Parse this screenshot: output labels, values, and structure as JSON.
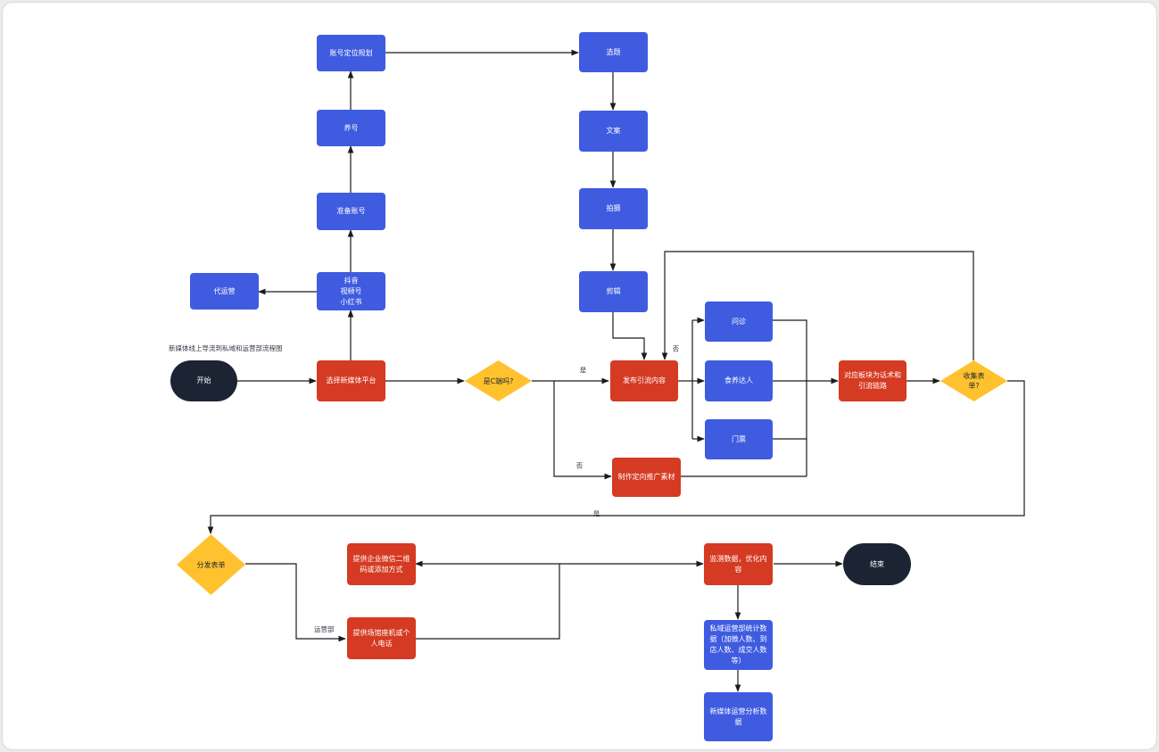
{
  "diagram_title": "新媒体线上导流到私域和运营部流程图",
  "colors": {
    "process_blue": "#3f5ce0",
    "action_red": "#d53a22",
    "terminal_dark": "#1c2434",
    "decision_yellow": "#ffc22e",
    "edge": "#1b1b1b"
  },
  "nodes": {
    "start": "开始",
    "choose_platform": "选择新媒体平台",
    "platforms": "抖音\n视频号\n小红书",
    "agency": "代运营",
    "prepare_account": "准备账号",
    "nurture_account": "养号",
    "positioning": "账号定位规划",
    "topic": "选题",
    "copywriting": "文案",
    "shooting": "拍摄",
    "editing": "剪辑",
    "is_c_end": "是C端吗?",
    "publish": "发布引流内容",
    "make_material": "制作定向推广素材",
    "consultation": "问诊",
    "foodie": "食养达人",
    "tickets": "门票",
    "scripts": "对应板块为话术和\n引流链路",
    "collect_form": "收集表\n单?",
    "distribute_form": "分发表单",
    "wechat_qr": "提供企业微信二维\n码或添加方式",
    "venue_phone": "提供场馆座机或个\n人电话",
    "monitor": "监测数据，优化内\n容",
    "end": "结束",
    "private_stats": "私域运营部统计数\n据（加微人数、到\n店人数、成交人数\n等）",
    "analysis": "新媒体运营分析数\n据"
  },
  "edge_labels": {
    "yes_c": "是",
    "no_c": "否",
    "no_form": "否",
    "yes_form": "是",
    "ops_dept": "运营部"
  }
}
